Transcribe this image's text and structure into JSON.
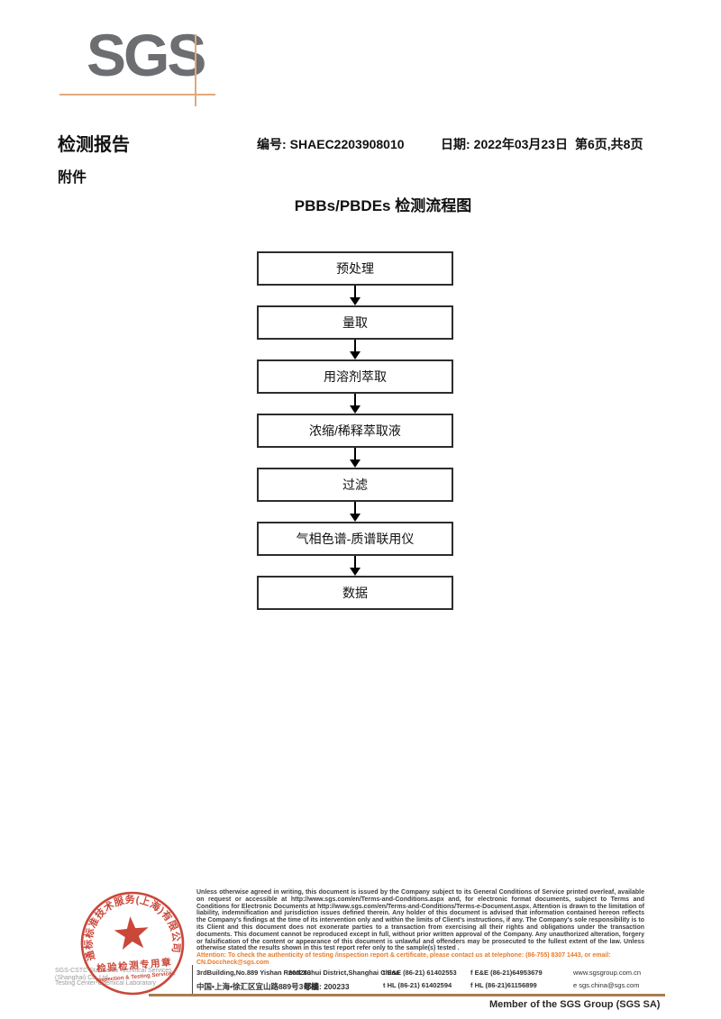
{
  "logo": {
    "text": "SGS"
  },
  "header": {
    "title": "检测报告",
    "report_no_label": "编号:",
    "report_no": "SHAEC2203908010",
    "date_label": "日期:",
    "date": "2022年03月23日",
    "page_info": "第6页,共8页",
    "attachment": "附件"
  },
  "flowchart": {
    "title": "PBBs/PBDEs 检测流程图",
    "steps": [
      "预处理",
      "量取",
      "用溶剂萃取",
      "浓缩/稀释萃取液",
      "过滤",
      "气相色谱-质谱联用仪",
      "数据"
    ]
  },
  "footer": {
    "disclaimer": "Unless otherwise agreed in writing, this document is issued by the Company subject to its General Conditions of Service printed overleaf, available on request or accessible at http://www.sgs.com/en/Terms-and-Conditions.aspx and, for electronic format documents, subject to Terms and Conditions for Electronic Documents at http://www.sgs.com/en/Terms-and-Conditions/Terms-e-Document.aspx. Attention is drawn to the limitation of liability, indemnification and jurisdiction issues defined therein. Any holder of this document is advised that information contained hereon reflects the Company's findings at the time of its intervention only and within the limits of Client's instructions, if any. The Company's sole responsibility is to its Client and this document does not exonerate parties to a transaction from exercising all their rights and obligations under the transaction documents. This document cannot be reproduced except in full, without prior written approval of the Company. Any unauthorized alteration, forgery or falsification of the content or appearance of this document is unlawful and offenders may be prosecuted to the fullest extent of the law. Unless otherwise stated the results shown in this test report refer only to the sample(s) tested .",
    "attention": "Attention: To check the authenticity of testing /inspection report & certificate, please contact us at telephone: (86-755) 8307 1443, or email: CN.Doccheck@sgs.com",
    "company_en": "SGS-CSTC Standards Technical Services (Shanghai) Co.,Ltd.",
    "company_lab": "Testing Center-Chemical Laboratory",
    "address_en": "3rdBuilding,No.889 Yishan Road Xuhui District,Shanghai China",
    "postcode_en": "200233",
    "tel_ee": "t E&E (86-21) 61402553",
    "fax_ee": "f E&E (86-21)64953679",
    "website": "www.sgsgroup.com.cn",
    "address_cn": "中国•上海•徐汇区宜山路889号3号楼",
    "postcode_cn": "邮编: 200233",
    "tel_hl": "t HL (86-21) 61402594",
    "fax_hl": "f HL (86-21)61156899",
    "email": "e  sgs.china@sgs.com",
    "member": "Member of the SGS Group (SGS SA)",
    "stamp": {
      "ring_text": "通标标准技术服务(上海)有限公司",
      "line1": "检验检测专用章",
      "line2": "Inspection & Testing Services"
    }
  },
  "colors": {
    "logo_gray": "#6d6e71",
    "crosshair_tan": "#e2a87b",
    "stamp_red": "#c63a2c",
    "attention_orange": "#e87a28",
    "footer_rule_brown": "#a97d4f"
  }
}
